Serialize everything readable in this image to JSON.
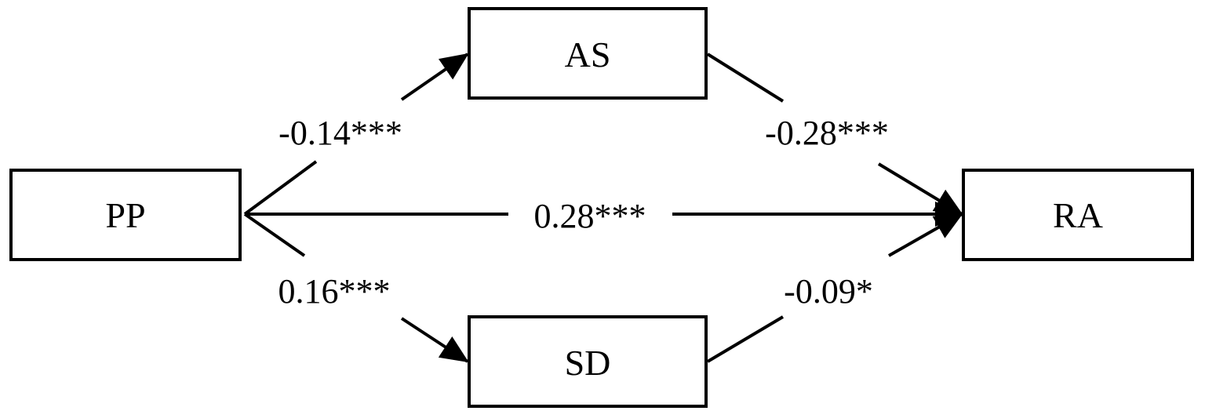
{
  "nodes": {
    "pp": {
      "label": "PP"
    },
    "as": {
      "label": "AS"
    },
    "sd": {
      "label": "SD"
    },
    "ra": {
      "label": "RA"
    }
  },
  "edges": {
    "pp_as": {
      "from": "PP",
      "to": "AS",
      "label": "-0.14***"
    },
    "as_ra": {
      "from": "AS",
      "to": "RA",
      "label": "-0.28***"
    },
    "pp_ra": {
      "from": "PP",
      "to": "RA",
      "label": "0.28***"
    },
    "pp_sd": {
      "from": "PP",
      "to": "SD",
      "label": "0.16***"
    },
    "sd_ra": {
      "from": "SD",
      "to": "RA",
      "label": "-0.09*"
    }
  },
  "colors": {
    "stroke": "#000000",
    "background": "#ffffff"
  }
}
